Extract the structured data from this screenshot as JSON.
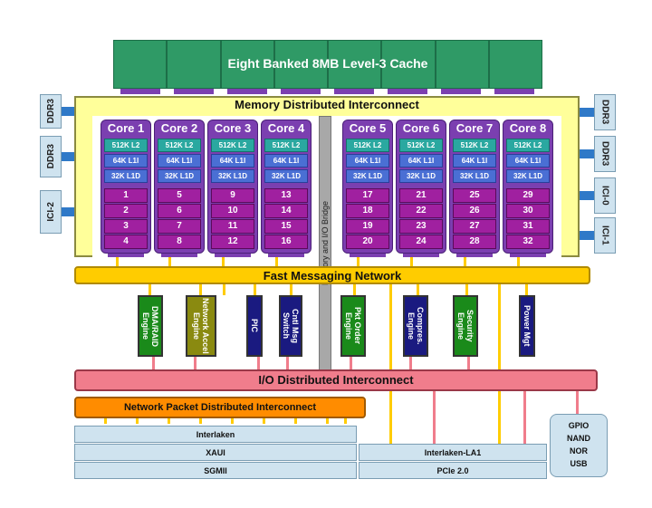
{
  "l3_cache": {
    "label": "Eight Banked 8MB Level-3 Cache",
    "banks": 8
  },
  "memory_interconnect": {
    "label": "Memory Distributed Interconnect"
  },
  "left_ports": [
    "DDR3",
    "DDR3",
    "ICI-2"
  ],
  "right_ports": [
    "DDR3",
    "DDR3",
    "ICI-0",
    "ICI-1"
  ],
  "bridge": {
    "label": "Memory and I/O Bridge"
  },
  "cores": [
    {
      "name": "Core 1",
      "l2": "512K L2",
      "l1i": "64K L1I",
      "l1d": "32K L1D",
      "threads": [
        "1",
        "2",
        "3",
        "4"
      ]
    },
    {
      "name": "Core 2",
      "l2": "512K L2",
      "l1i": "64K L1I",
      "l1d": "32K L1D",
      "threads": [
        "5",
        "6",
        "7",
        "8"
      ]
    },
    {
      "name": "Core 3",
      "l2": "512K L2",
      "l1i": "64K L1I",
      "l1d": "32K L1D",
      "threads": [
        "9",
        "10",
        "11",
        "12"
      ]
    },
    {
      "name": "Core 4",
      "l2": "512K L2",
      "l1i": "64K L1I",
      "l1d": "32K L1D",
      "threads": [
        "13",
        "14",
        "15",
        "16"
      ]
    },
    {
      "name": "Core 5",
      "l2": "512K L2",
      "l1i": "64K L1I",
      "l1d": "32K L1D",
      "threads": [
        "17",
        "18",
        "19",
        "20"
      ]
    },
    {
      "name": "Core 6",
      "l2": "512K L2",
      "l1i": "64K L1I",
      "l1d": "32K L1D",
      "threads": [
        "21",
        "22",
        "23",
        "24"
      ]
    },
    {
      "name": "Core 7",
      "l2": "512K L2",
      "l1i": "64K L1I",
      "l1d": "32K L1D",
      "threads": [
        "25",
        "26",
        "27",
        "28"
      ]
    },
    {
      "name": "Core 8",
      "l2": "512K L2",
      "l1i": "64K L1I",
      "l1d": "32K L1D",
      "threads": [
        "29",
        "30",
        "31",
        "32"
      ]
    }
  ],
  "fast_messaging": {
    "label": "Fast Messaging Network"
  },
  "engines": [
    {
      "label": "DMA/RAID Engine",
      "color": "green"
    },
    {
      "label": "Network Accel Engine",
      "color": "olive"
    },
    {
      "label": "PIC",
      "color": "navy"
    },
    {
      "label": "Cntl Msg Switch",
      "color": "navy"
    },
    {
      "label": "Pkt Order Engine",
      "color": "green"
    },
    {
      "label": "Compres. Engine",
      "color": "navy"
    },
    {
      "label": "Security Engine",
      "color": "green"
    },
    {
      "label": "Power Mgt",
      "color": "navy"
    }
  ],
  "io_interconnect": {
    "label": "I/O Distributed Interconnect"
  },
  "network_packet": {
    "label": "Network Packet Distributed Interconnect"
  },
  "io_left": [
    "Interlaken",
    "XAUI",
    "SGMII"
  ],
  "io_mid": [
    "Interlaken-LA1",
    "PCIe 2.0"
  ],
  "io_right": [
    "GPIO",
    "NAND",
    "NOR",
    "USB"
  ],
  "colors": {
    "cache": "#2f9a66",
    "core": "#7b3fb0",
    "thread": "#a020a0",
    "fmn": "#ffcc00",
    "io_interconnect": "#f07d8c",
    "network_packet": "#ff8c00",
    "memory_interconnect": "#ffff9a"
  }
}
